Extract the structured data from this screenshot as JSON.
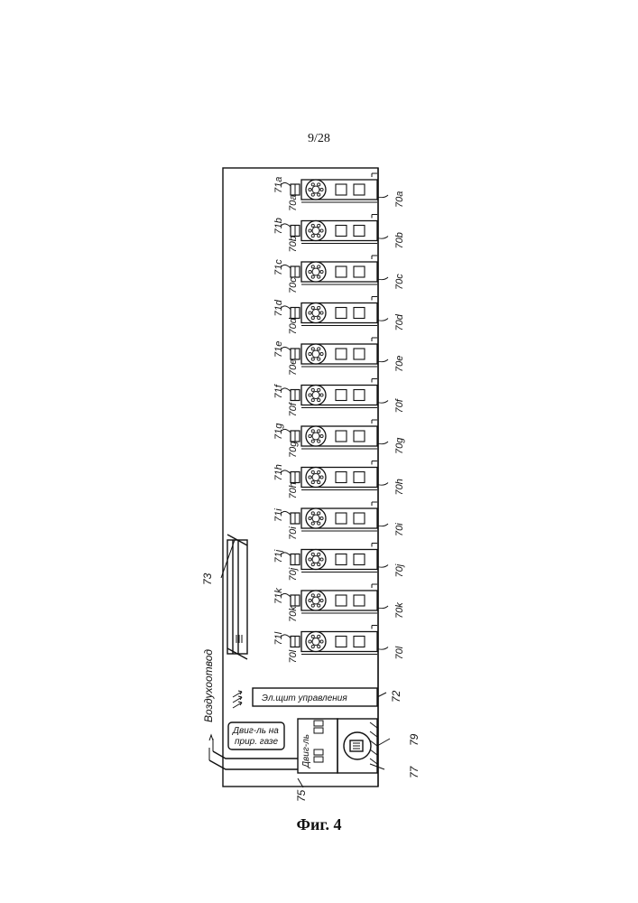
{
  "page": {
    "number": "9/28",
    "caption": "Фиг. 4"
  },
  "figure": {
    "labels": {
      "duct": "Воздухоотвод",
      "gas_engine": [
        "Двиг-ль на",
        "прир. газе"
      ],
      "engine": "Двиг-ль",
      "control_panel": "Эл.щит управления",
      "ref_72": "72",
      "ref_73": "73",
      "ref_75": "75",
      "ref_77": "77",
      "ref_79": "79"
    },
    "units": [
      {
        "suffix": "a",
        "label_71": "71a",
        "label_70_inner": "70a",
        "label_70_outer": "70a"
      },
      {
        "suffix": "b",
        "label_71": "71b",
        "label_70_inner": "70b",
        "label_70_outer": "70b"
      },
      {
        "suffix": "c",
        "label_71": "71c",
        "label_70_inner": "70c",
        "label_70_outer": "70c"
      },
      {
        "suffix": "d",
        "label_71": "71d",
        "label_70_inner": "70d",
        "label_70_outer": "70d"
      },
      {
        "suffix": "e",
        "label_71": "71e",
        "label_70_inner": "70e",
        "label_70_outer": "70e"
      },
      {
        "suffix": "f",
        "label_71": "71f",
        "label_70_inner": "70f",
        "label_70_outer": "70f"
      },
      {
        "suffix": "g",
        "label_71": "71g",
        "label_70_inner": "70g",
        "label_70_outer": "70g"
      },
      {
        "suffix": "h",
        "label_71": "71h",
        "label_70_inner": "70h",
        "label_70_outer": "70h"
      },
      {
        "suffix": "i",
        "label_71": "71i",
        "label_70_inner": "70i",
        "label_70_outer": "70i"
      },
      {
        "suffix": "j",
        "label_71": "71j",
        "label_70_inner": "70j",
        "label_70_outer": "70j"
      },
      {
        "suffix": "k",
        "label_71": "71k",
        "label_70_inner": "70k",
        "label_70_outer": "70k"
      },
      {
        "suffix": "l",
        "label_71": "71l",
        "label_70_inner": "70l",
        "label_70_outer": "70l"
      }
    ]
  }
}
